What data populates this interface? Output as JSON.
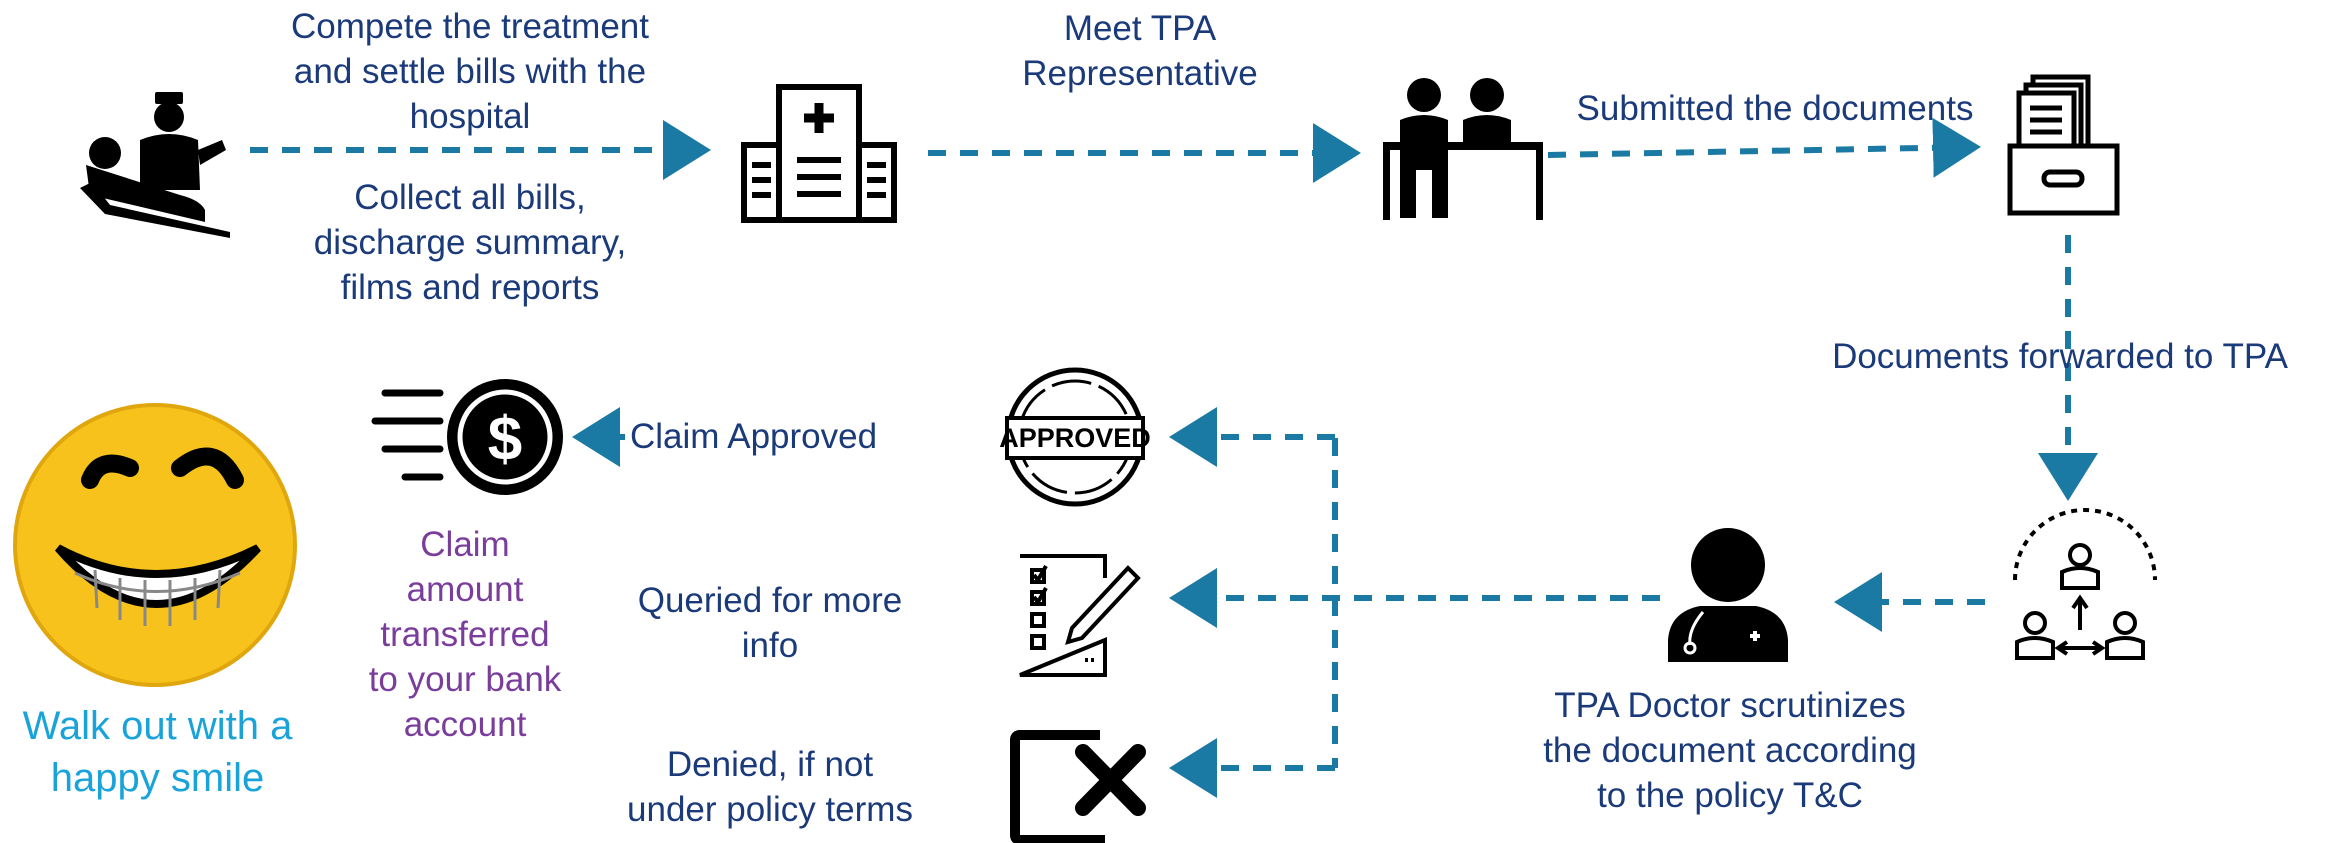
{
  "colors": {
    "arrow": "#1a7aa3",
    "label": "#1b3a7a",
    "claim_amount": "#7a3d9b",
    "smile_text": "#1aa3d9",
    "icon": "#000000",
    "smiley_face": "#f7c21b"
  },
  "steps": {
    "hospital_top": [
      "Compete the treatment",
      "and settle bills with the",
      "hospital"
    ],
    "hospital_bottom": [
      "Collect all bills,",
      "discharge summary,",
      "films and reports"
    ],
    "meet_tpa": [
      "Meet TPA",
      "Representative"
    ],
    "submitted": [
      "Submitted the documents"
    ],
    "forwarded": [
      "Documents forwarded to TPA"
    ],
    "doctor": [
      "TPA Doctor scrutinizes",
      "the document according",
      "to the policy T&C"
    ],
    "queried": [
      "Queried for more",
      "info"
    ],
    "denied": [
      "Denied, if not",
      "under policy terms"
    ],
    "approved": [
      "Claim Approved"
    ],
    "transferred": [
      "Claim",
      "amount",
      "transferred",
      "to your bank",
      "account"
    ],
    "smile": [
      "Walk out with a",
      "happy smile"
    ]
  },
  "icons": {
    "patient": "patient-doctor-icon",
    "hospital": "hospital-building-icon",
    "meeting": "meeting-people-icon",
    "cabinet": "file-cabinet-icon",
    "network": "team-network-icon",
    "doctor": "doctor-icon",
    "approved_stamp": "approved-stamp-icon",
    "approved_stamp_text": "APPROVED",
    "checklist": "checklist-pen-icon",
    "denied": "denied-x-icon",
    "money": "dollar-coin-fast-icon",
    "smiley": "smiley-face-icon"
  }
}
